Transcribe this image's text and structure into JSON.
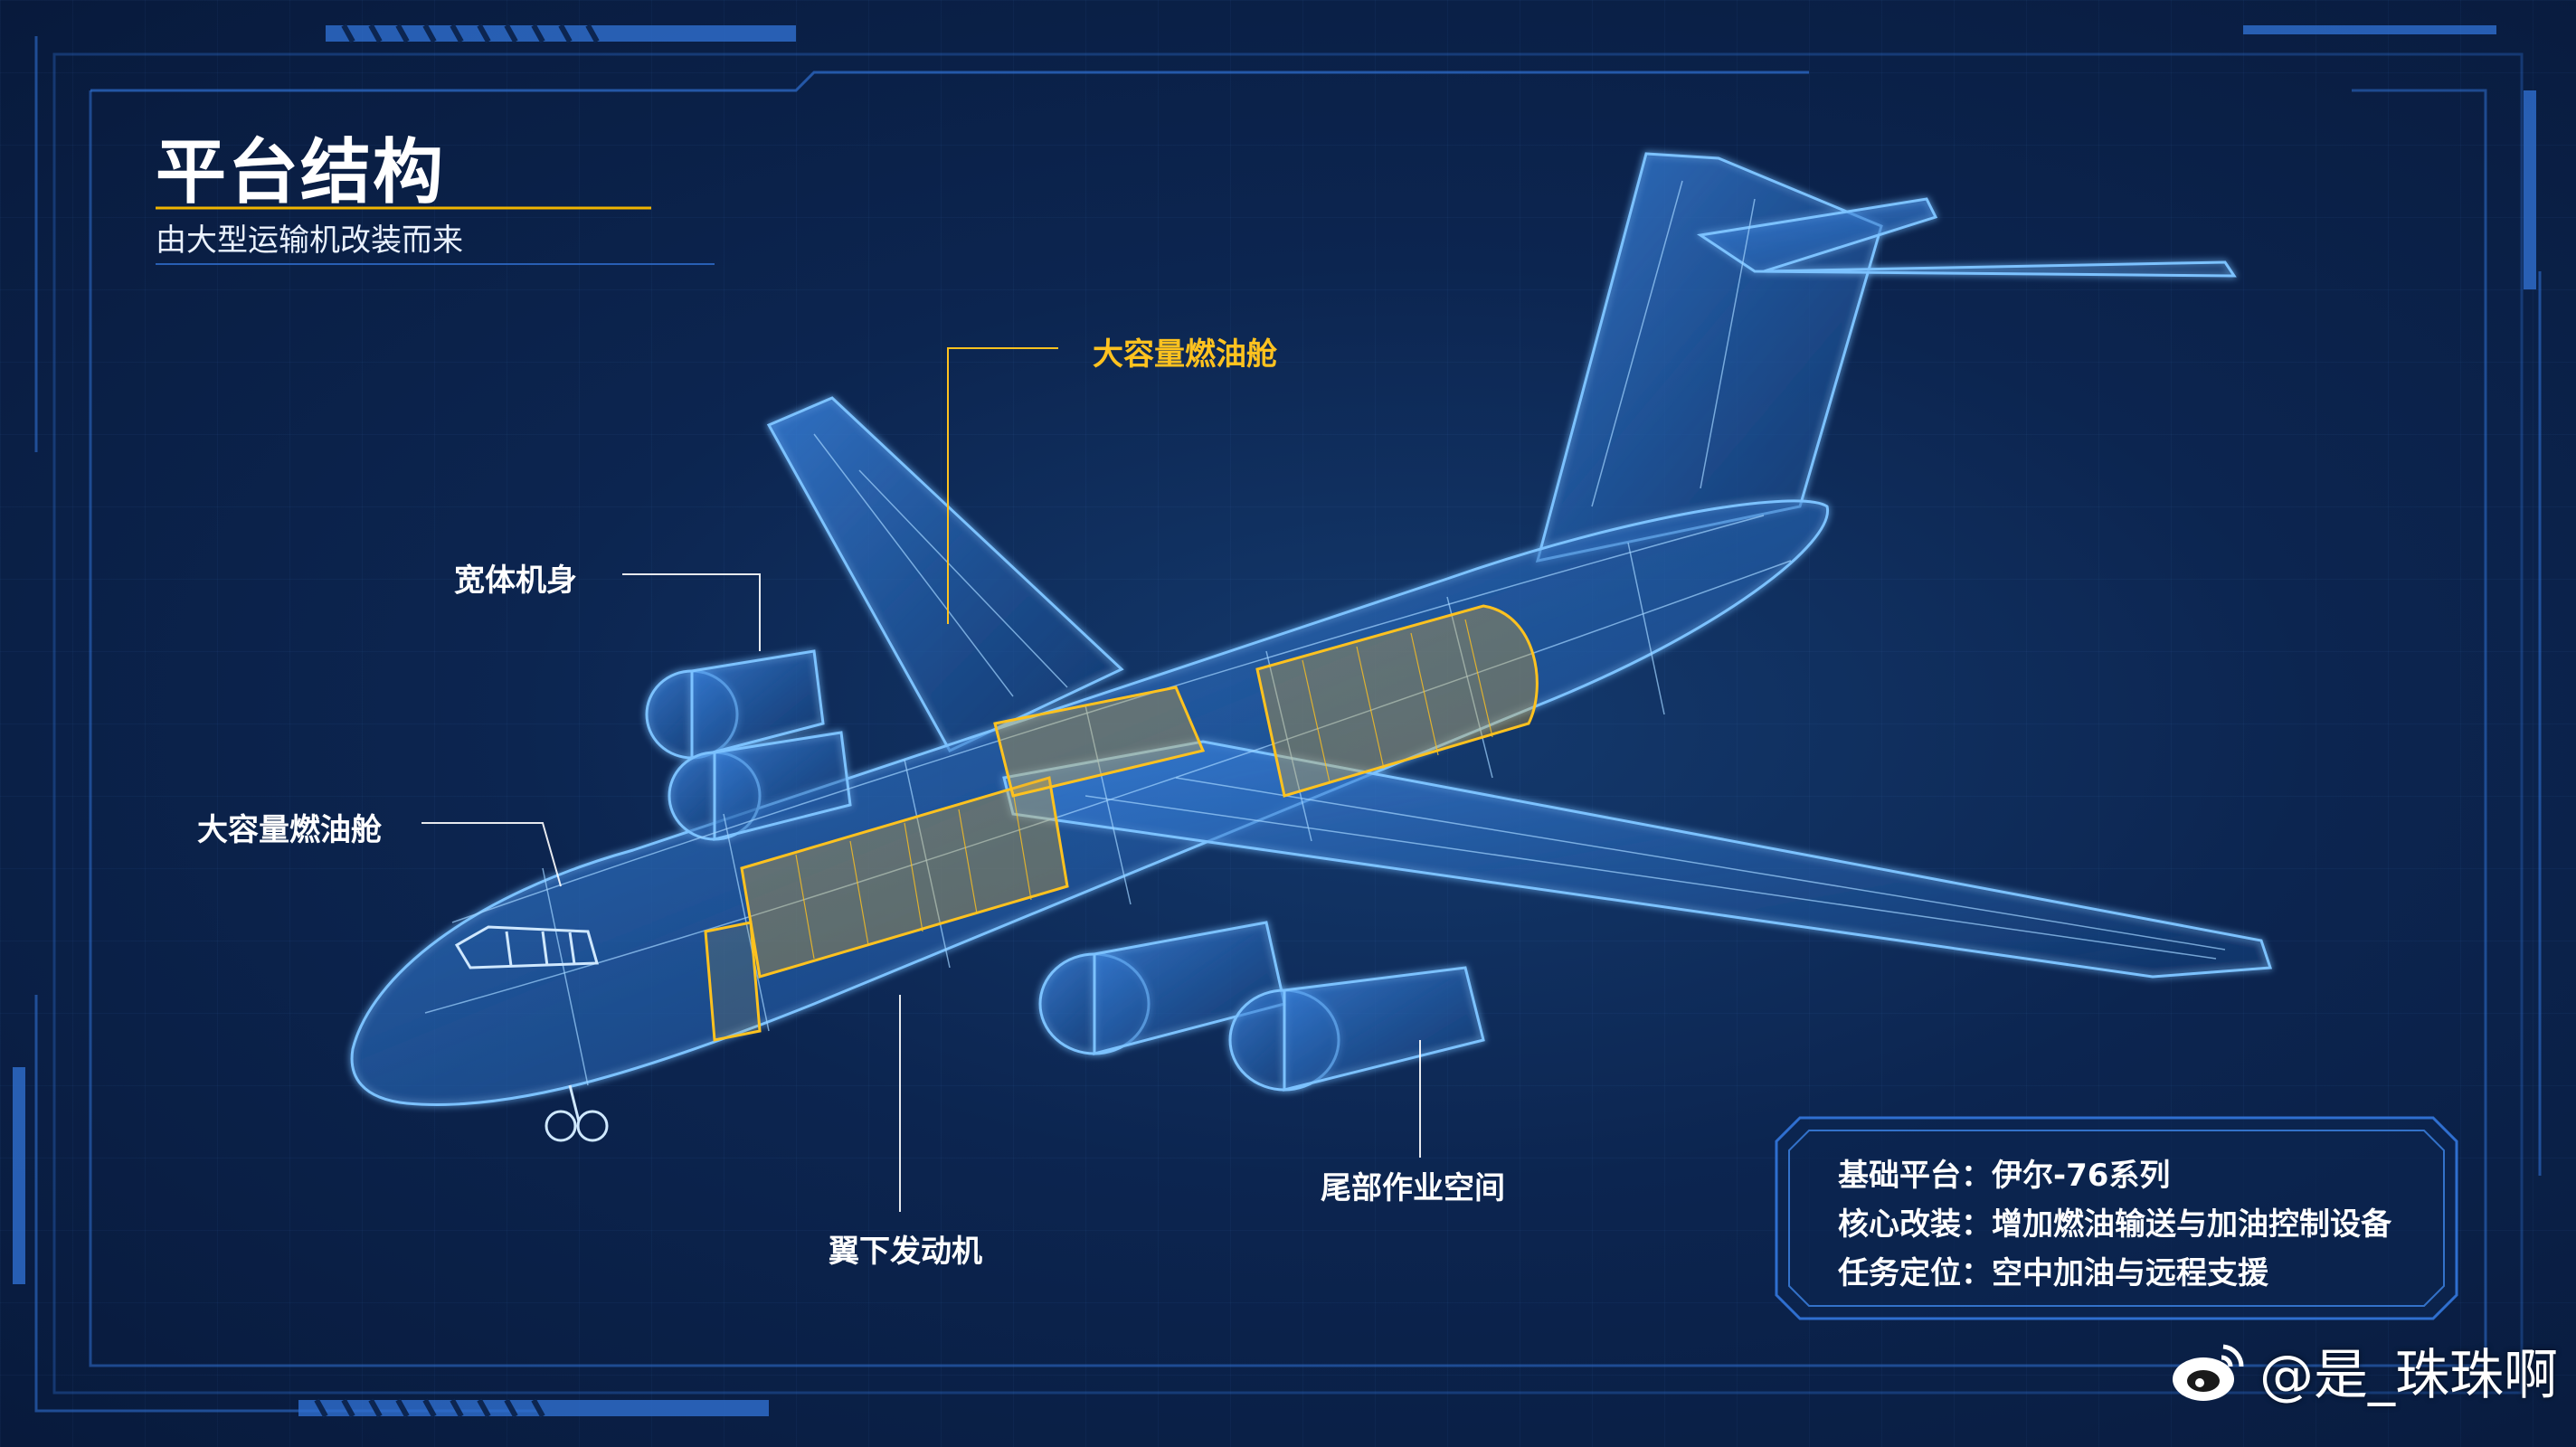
{
  "header": {
    "title": "平台结构",
    "subtitle": "由大型运输机改装而来"
  },
  "callouts": {
    "fuel_tank_top": "大容量燃油舱",
    "wide_body": "宽体机身",
    "fuel_tank_left": "大容量燃油舱",
    "underwing_engine": "翼下发动机",
    "tail_workspace": "尾部作业空间"
  },
  "info_panel": {
    "row1": "基础平台：伊尔-76系列",
    "row2": "核心改装：增加燃油输送与加油控制设备",
    "row3": "任务定位：空中加油与远程支援"
  },
  "watermark": {
    "text": "@是_珠珠啊"
  },
  "colors": {
    "background": "#0c2550",
    "wireframe": "#6fb8ff",
    "highlight": "#ffc21f",
    "frame": "#2f6fd0"
  }
}
